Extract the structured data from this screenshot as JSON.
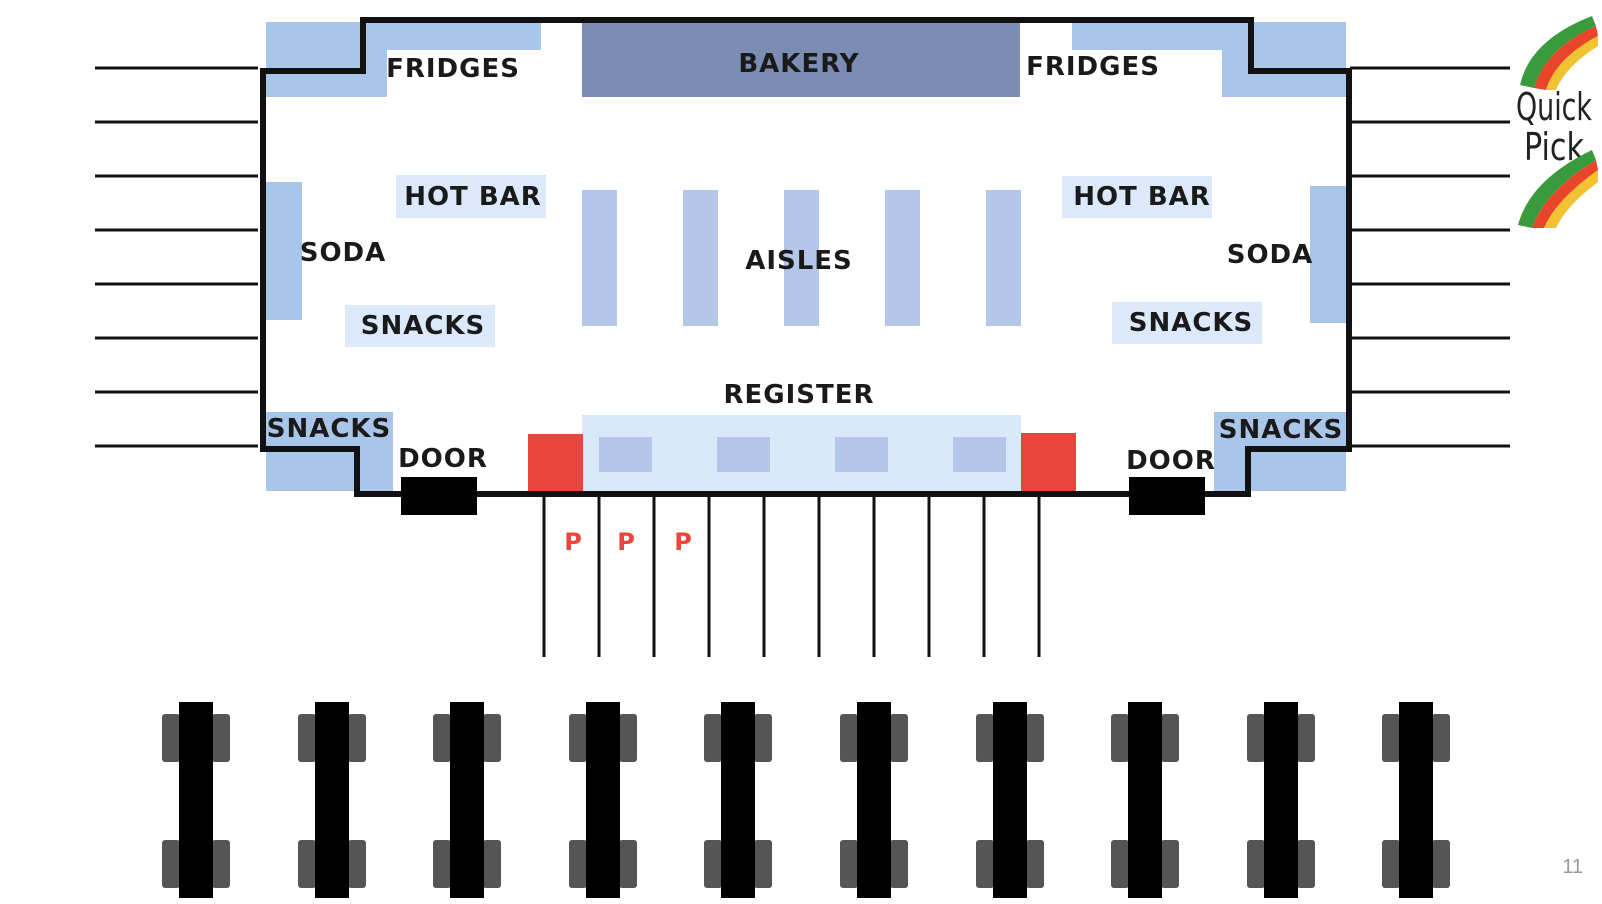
{
  "colors": {
    "wall": "#111111",
    "fridge": "#a9c6ea",
    "bakery": "#7b8db2",
    "aisle": "#b4c7e9",
    "light_block": "#dce9fb",
    "register_area": "#dae8fb",
    "register_station": "#b4c7e9",
    "red": "#e8453c",
    "door": "#000000",
    "car_body": "#000000",
    "car_wheel": "#555555",
    "logo_green": "#3a9a3e",
    "logo_orange": "#e8452a",
    "logo_yellow": "#f1c232"
  },
  "labels": {
    "fridges_left": "FRIDGES",
    "bakery": "BAKERY",
    "fridges_right": "FRIDGES",
    "hot_bar_left": "HOT BAR",
    "hot_bar_right": "HOT BAR",
    "soda_left": "SODA",
    "soda_right": "SODA",
    "aisles": "AISLES",
    "snacks_left": "SNACKS",
    "snacks_right": "SNACKS",
    "register": "REGISTER",
    "snacks_corner_left": "SNACKS",
    "snacks_corner_right": "SNACKS",
    "door_left": "DOOR",
    "door_right": "DOOR"
  },
  "parking_labels": [
    "P",
    "P",
    "P"
  ],
  "logo": {
    "line1": "Quick",
    "line2": "Pick",
    "icon": "chevron-stripes-logo"
  },
  "page_number": "11"
}
